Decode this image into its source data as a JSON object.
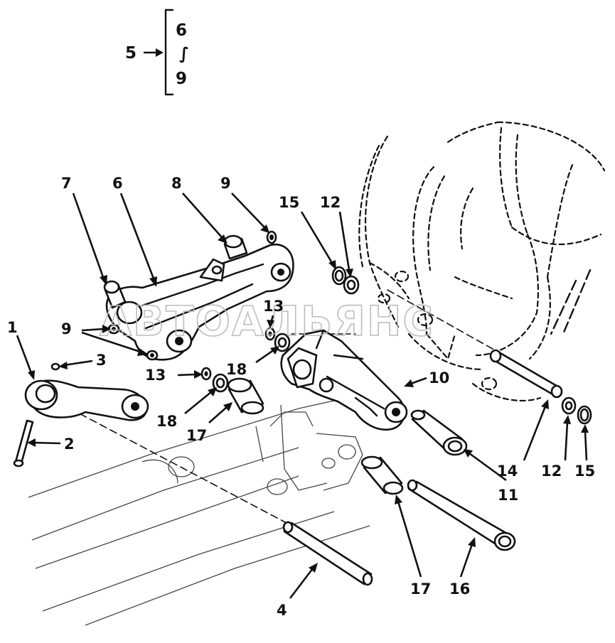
{
  "assembly_key": {
    "assembly": "5",
    "range_start": "6",
    "range_sep": "∫",
    "range_end": "9"
  },
  "callouts": [
    {
      "id": "c7",
      "text": "7"
    },
    {
      "id": "c6",
      "text": "6"
    },
    {
      "id": "c8",
      "text": "8"
    },
    {
      "id": "c9-top",
      "text": "9"
    },
    {
      "id": "c15-top",
      "text": "15"
    },
    {
      "id": "c12-top",
      "text": "12"
    },
    {
      "id": "c1",
      "text": "1"
    },
    {
      "id": "c9-left",
      "text": "9"
    },
    {
      "id": "c3",
      "text": "3"
    },
    {
      "id": "c13-right",
      "text": "13"
    },
    {
      "id": "c13-left",
      "text": "13"
    },
    {
      "id": "c18-right",
      "text": "18"
    },
    {
      "id": "c10",
      "text": "10"
    },
    {
      "id": "c18-left",
      "text": "18"
    },
    {
      "id": "c17-upper",
      "text": "17"
    },
    {
      "id": "c2",
      "text": "2"
    },
    {
      "id": "c14",
      "text": "14"
    },
    {
      "id": "c12-bottom",
      "text": "12"
    },
    {
      "id": "c15-bottom",
      "text": "15"
    },
    {
      "id": "c11",
      "text": "11"
    },
    {
      "id": "c17-lower",
      "text": "17"
    },
    {
      "id": "c16",
      "text": "16"
    },
    {
      "id": "c4",
      "text": "4"
    }
  ],
  "watermark": "АВТОАЛЬЯНС"
}
